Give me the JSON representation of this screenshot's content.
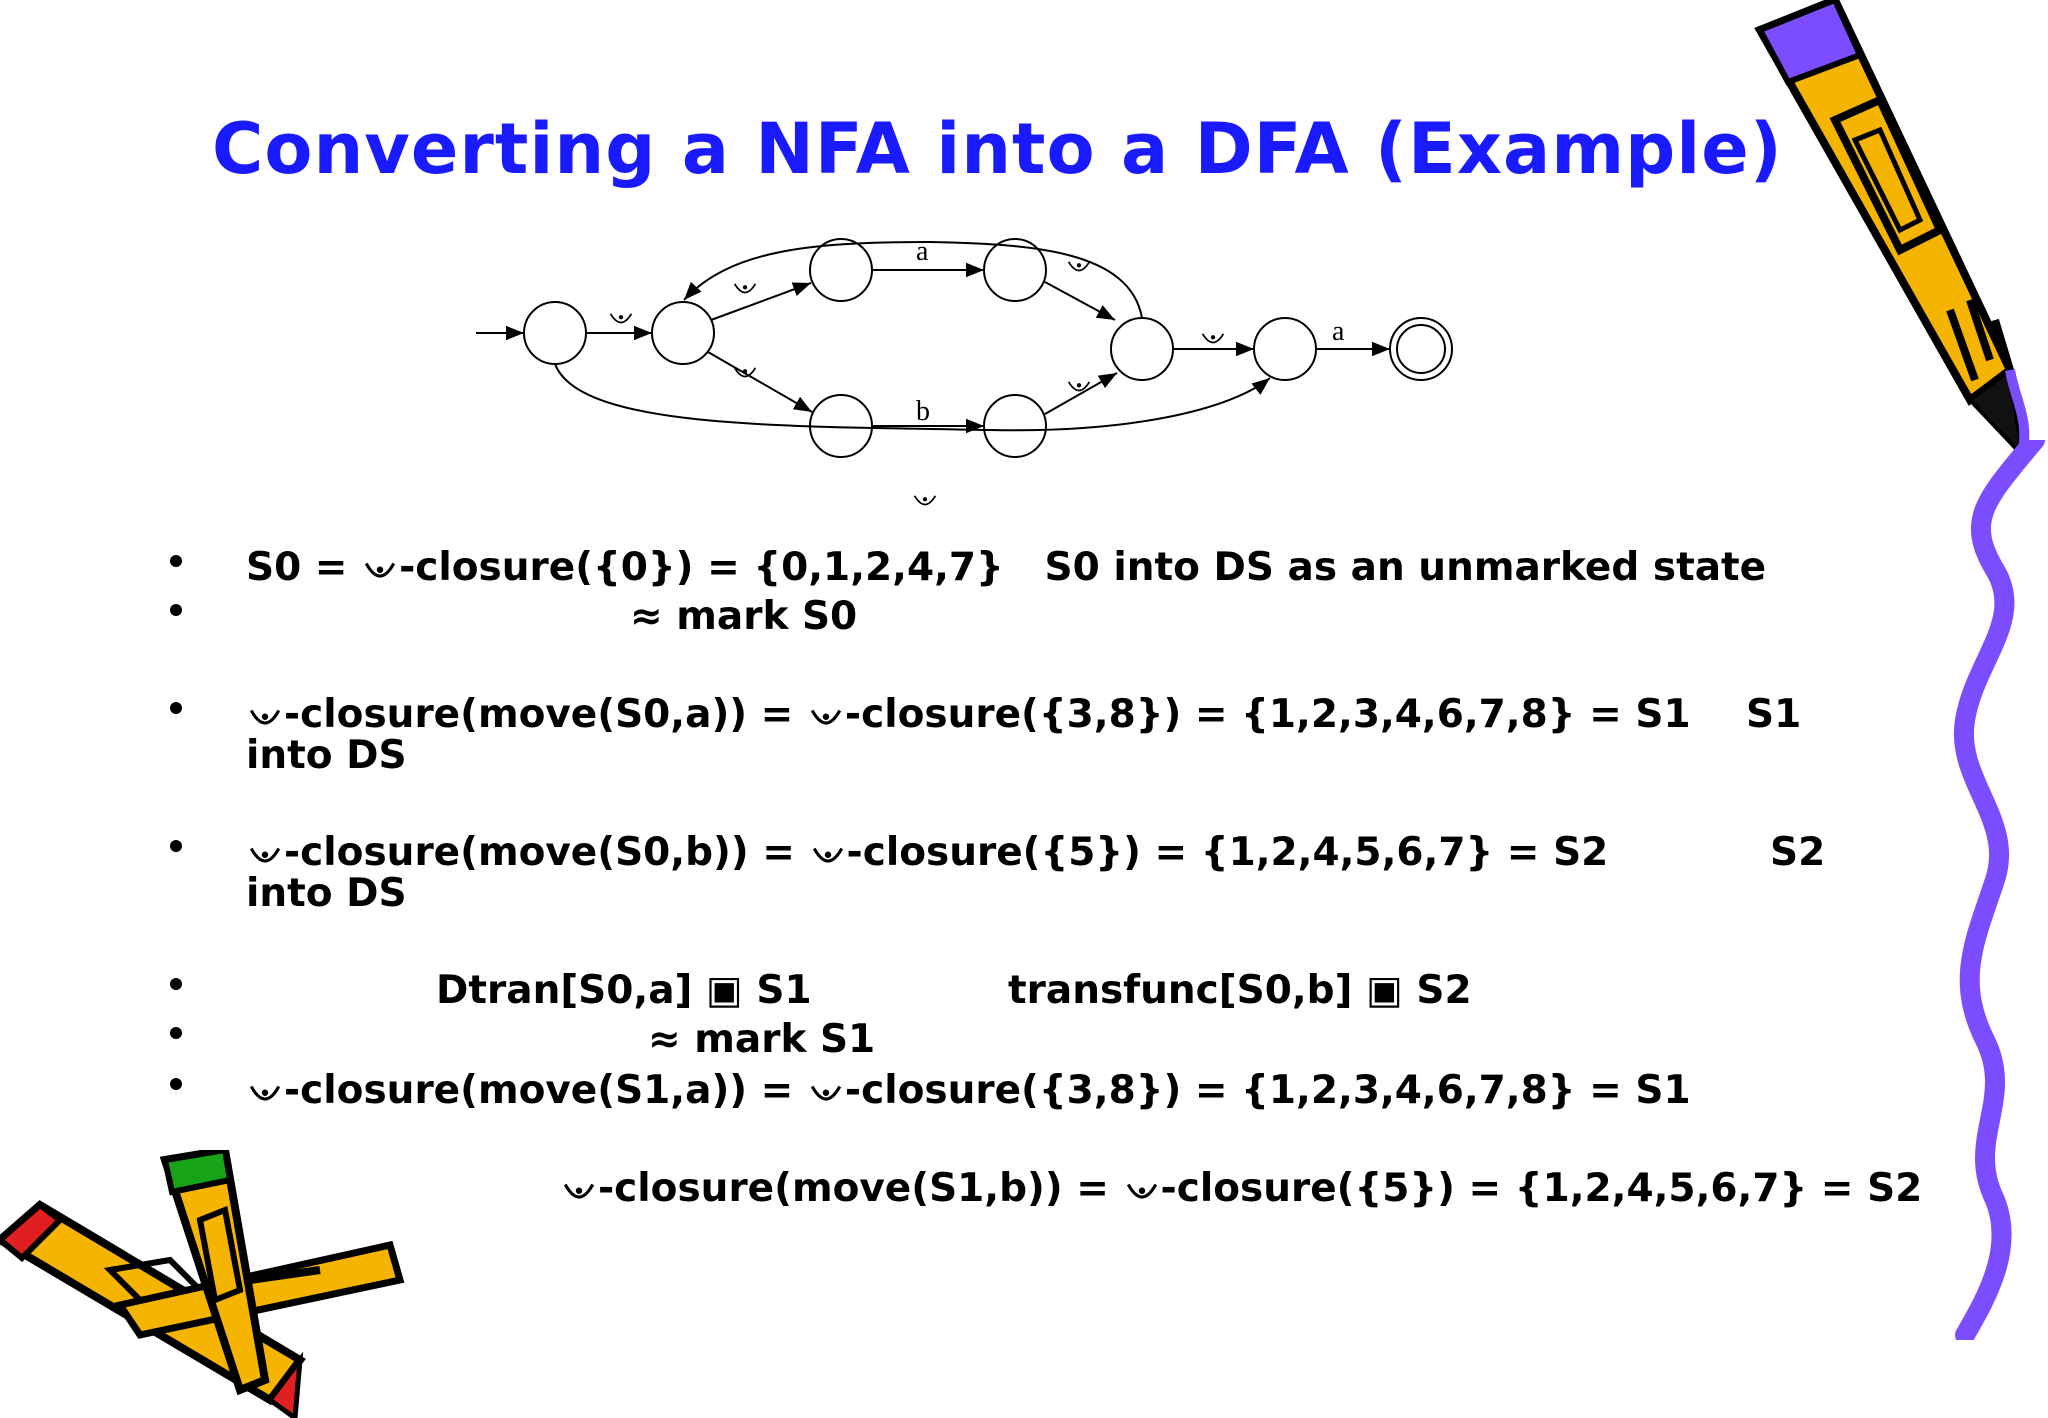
{
  "slide": {
    "title": "Converting a NFA into a DFA (Example)"
  },
  "diagram": {
    "edge_labels": {
      "a_top": "a",
      "b_bottom": "b",
      "a_final": "a"
    }
  },
  "bullets": {
    "b1_main": "S0 = ",
    "b1_rest": "-closure({0}) = {0,1,2,4,7}   S0 into DS as an unmarked state",
    "b2_symbol": "≈",
    "b2_text": " mark S0",
    "b3_part1": "-closure(move(S0,a)) = ",
    "b3_part2": "-closure({3,8}) = {1,2,3,4,6,7,8} = S1",
    "b3_right": "S1",
    "b3_line2": "into DS",
    "b4_part1": "-closure(move(S0,b)) = ",
    "b4_part2": "-closure({5}) = {1,2,4,5,6,7} = S2",
    "b4_right": "S2",
    "b4_line2": "into DS",
    "b5_left": "Dtran[S0,a] ",
    "b5_left_sym": "▣",
    "b5_left_tail": " S1",
    "b5_right": "transfunc[S0,b] ",
    "b5_right_sym": "▣",
    "b5_right_tail": " S2",
    "b6_symbol": "≈",
    "b6_text": " mark S1",
    "b7_part1": "-closure(move(S1,a)) = ",
    "b7_part2": "-closure({3,8}) = {1,2,3,4,6,7,8} = S1",
    "b8_part1": "-closure(move(S1,b)) = ",
    "b8_part2": "-closure({5}) = {1,2,4,5,6,7} = S2"
  },
  "colors": {
    "title": "#1a1aff",
    "pencil_body": "#f5b400",
    "pencil_outline": "#000000",
    "squiggle": "#7b4dff",
    "eraser_red": "#e02020",
    "eraser_green": "#17a317"
  }
}
